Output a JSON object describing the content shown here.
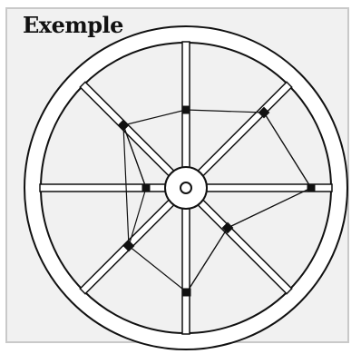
{
  "title": "Exemple",
  "colors": {
    "background": "#f1f1f1",
    "border": "#c9c9c9",
    "outline": "#111111",
    "fill": "#ffffff"
  },
  "diagram": {
    "spokes": 8,
    "markers_on_spokes": 8
  }
}
